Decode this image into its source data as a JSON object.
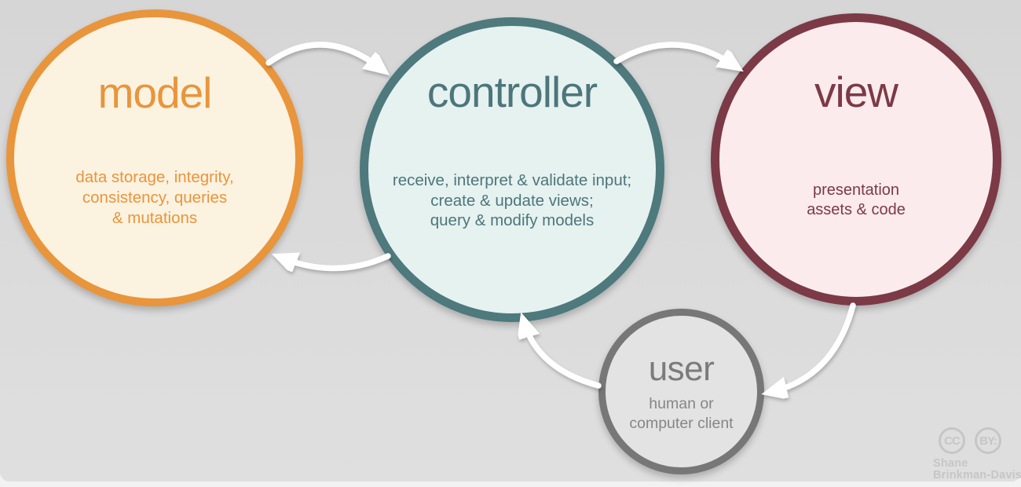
{
  "diagram": {
    "type": "cycle-diagram",
    "subject": "model-view-controller architecture",
    "background_color": "#dbdbdb",
    "arrow_color": "#ffffff"
  },
  "nodes": [
    {
      "id": "model",
      "title": "model",
      "description": [
        "data storage, integrity,",
        "consistency, queries",
        "& mutations"
      ],
      "border_color": "#e8953c",
      "fill_color": "#fcf2e0",
      "text_color": "#e8953c"
    },
    {
      "id": "controller",
      "title": "controller",
      "description": [
        "receive, interpret & validate input;",
        "create & update views;",
        "query & modify models"
      ],
      "border_color": "#4e797d",
      "fill_color": "#e6f2f0",
      "text_color": "#4c767b"
    },
    {
      "id": "view",
      "title": "view",
      "description": [
        "presentation",
        "assets & code"
      ],
      "border_color": "#7b3a46",
      "fill_color": "#fbebed",
      "text_color": "#7b3a46"
    },
    {
      "id": "user",
      "title": "user",
      "description": [
        "human or",
        "computer client"
      ],
      "border_color": "#777777",
      "fill_color": "#e3e3e3",
      "text_color": "#7b7b7b"
    }
  ],
  "arrows": [
    {
      "from": "model",
      "to": "controller"
    },
    {
      "from": "controller",
      "to": "view"
    },
    {
      "from": "controller",
      "to": "model"
    },
    {
      "from": "view",
      "to": "user"
    },
    {
      "from": "user",
      "to": "controller"
    }
  ],
  "attribution": {
    "cc_label": "CC",
    "by_label": "BY:",
    "name": [
      "Shane",
      "Brinkman-Davis"
    ],
    "color": "#c6c6c6"
  }
}
